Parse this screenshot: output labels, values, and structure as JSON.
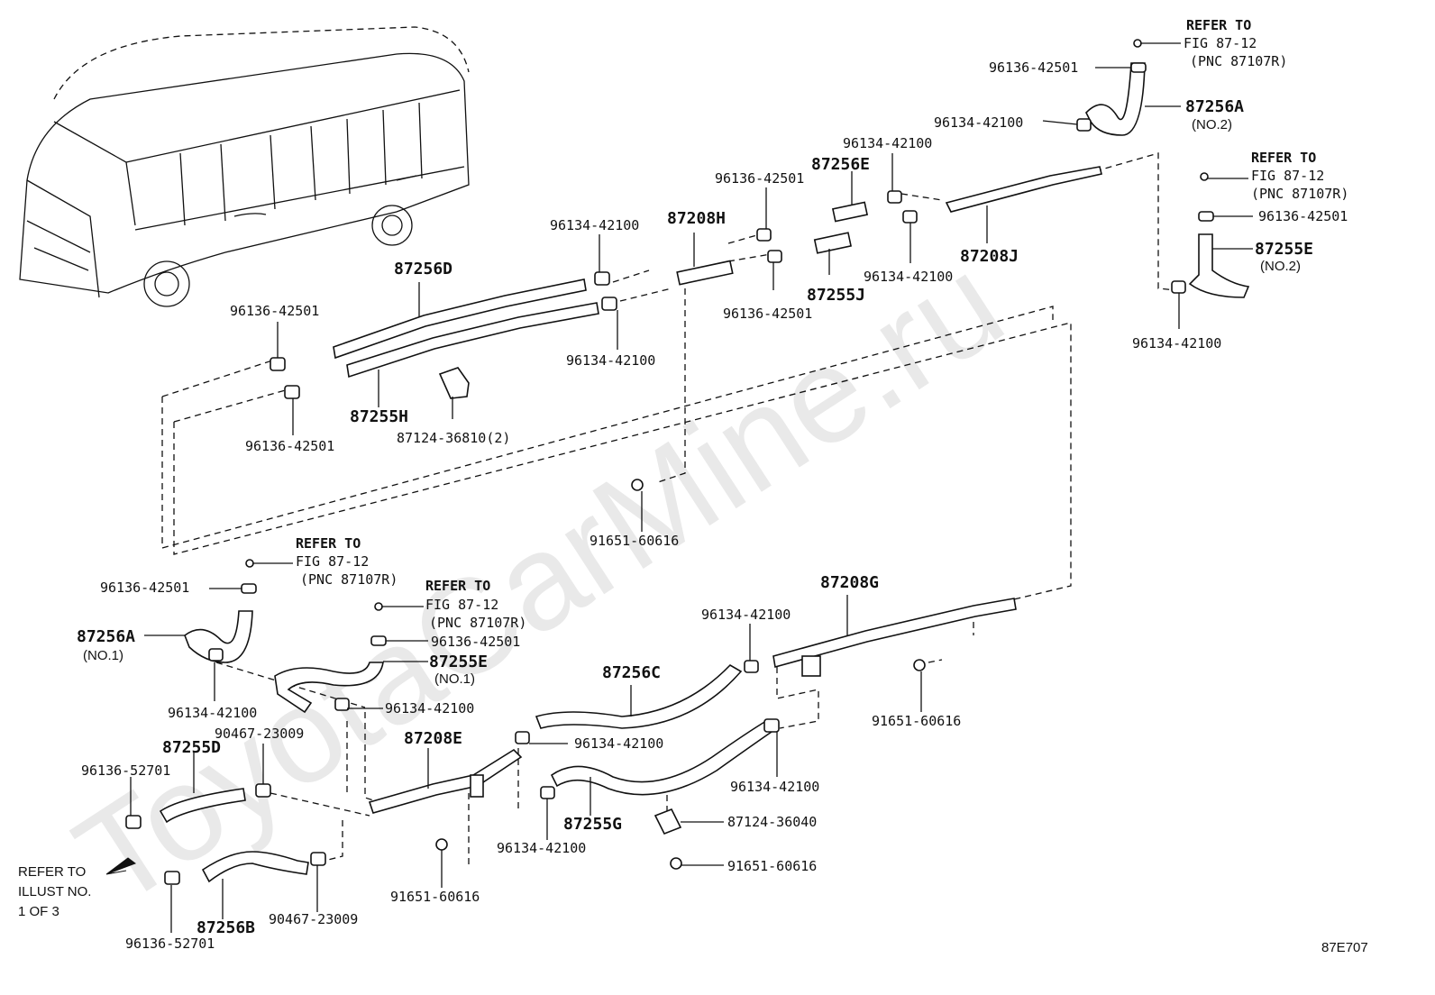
{
  "watermark": "ToyotaCarMine.ru",
  "figure_code": "87E707",
  "note_refer_illust": [
    "REFER TO",
    "ILLUST NO.",
    "1 OF 3"
  ],
  "refer_to": "REFER TO",
  "fig_ref": "FIG 87-12",
  "pnc_ref": "(PNC 87107R)",
  "no1": "(NO.1)",
  "no2": "(NO.2)",
  "labels": {
    "p87256D": "87256D",
    "p87255H": "87255H",
    "p87124_36810": "87124-36810(2)",
    "p87208H": "87208H",
    "p87256E": "87256E",
    "p87255J": "87255J",
    "p87208J": "87208J",
    "p87256A": "87256A",
    "p87255E": "87255E",
    "p87208G": "87208G",
    "p87256C": "87256C",
    "p87208E": "87208E",
    "p87255G": "87255G",
    "p87255D": "87255D",
    "p87256B": "87256B",
    "p87124_36040": "87124-36040",
    "c96136_42501": "96136-42501",
    "c96134_42100": "96134-42100",
    "c96136_52701": "96136-52701",
    "c90467_23009": "90467-23009",
    "b91651_60616": "91651-60616"
  }
}
